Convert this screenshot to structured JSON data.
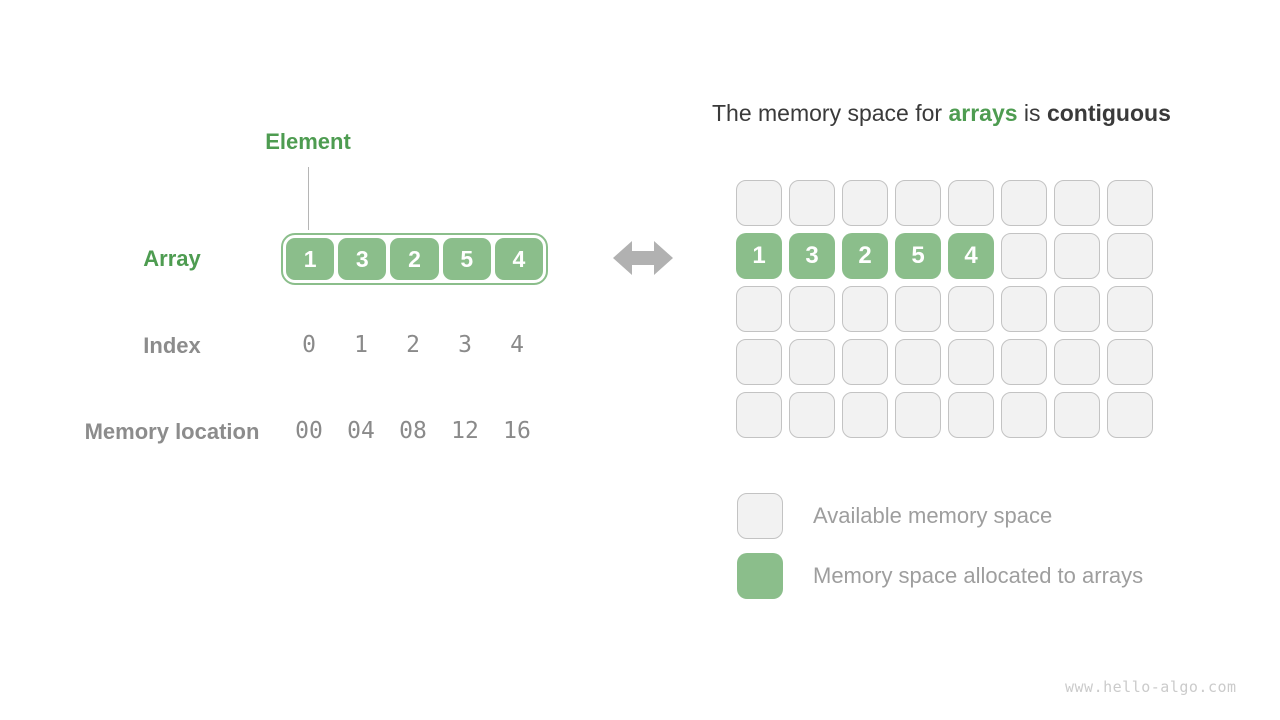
{
  "colors": {
    "green_fill": "#8BBE8B",
    "green_text": "#4E9C51",
    "gray_label": "#8C8C8C",
    "mono_digit": "#8A8A8A",
    "title_text": "#3A3A3A",
    "cell_fill": "#F2F2F2",
    "cell_border": "#C3C3C3",
    "legend_text": "#9E9E9E",
    "arrow": "#B1B1B1",
    "watermark": "#CBCBCB"
  },
  "left_panel": {
    "element_label": "Element",
    "array_label": "Array",
    "array_values": [
      "1",
      "3",
      "2",
      "5",
      "4"
    ],
    "index_label": "Index",
    "index_values": [
      "0",
      "1",
      "2",
      "3",
      "4"
    ],
    "memory_label": "Memory location",
    "memory_values": [
      "00",
      "04",
      "08",
      "12",
      "16"
    ]
  },
  "arrow_icon": "left-right-arrow",
  "right_panel": {
    "title": {
      "prefix": "The memory space for ",
      "highlight": "arrays",
      "middle": " is ",
      "bold_end": "contiguous"
    },
    "grid": {
      "rows": 5,
      "cols": 8,
      "array_row": 1,
      "array_values": [
        "1",
        "3",
        "2",
        "5",
        "4"
      ]
    },
    "legend": [
      {
        "type": "available",
        "label": "Available memory space"
      },
      {
        "type": "allocated",
        "label": "Memory space allocated to arrays"
      }
    ]
  },
  "watermark": "www.hello-algo.com"
}
